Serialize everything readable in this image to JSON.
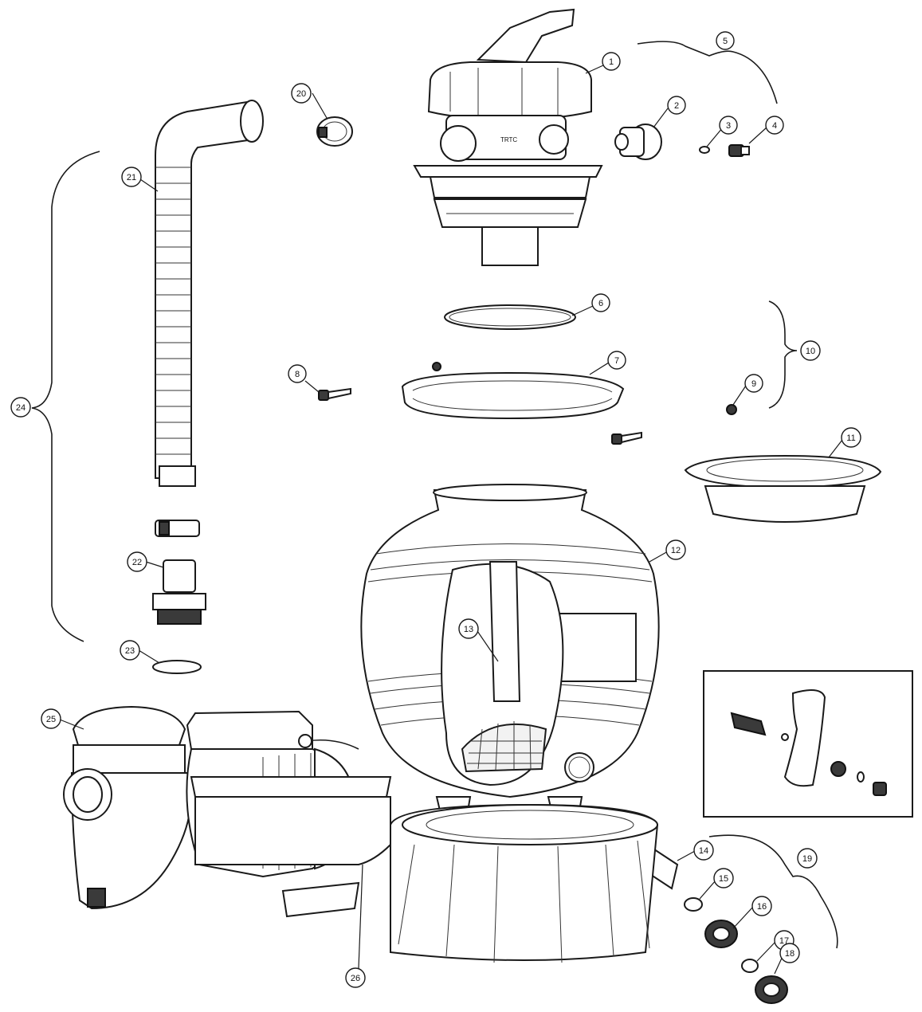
{
  "callouts": [
    {
      "id": "1",
      "label": "1"
    },
    {
      "id": "2",
      "label": "2"
    },
    {
      "id": "3",
      "label": "3"
    },
    {
      "id": "4",
      "label": "4"
    },
    {
      "id": "5",
      "label": "5"
    },
    {
      "id": "6",
      "label": "6"
    },
    {
      "id": "7",
      "label": "7"
    },
    {
      "id": "8",
      "label": "8"
    },
    {
      "id": "9",
      "label": "9"
    },
    {
      "id": "10",
      "label": "10"
    },
    {
      "id": "11",
      "label": "11"
    },
    {
      "id": "12",
      "label": "12"
    },
    {
      "id": "13",
      "label": "13"
    },
    {
      "id": "14",
      "label": "14"
    },
    {
      "id": "15",
      "label": "15"
    },
    {
      "id": "16",
      "label": "16"
    },
    {
      "id": "17",
      "label": "17"
    },
    {
      "id": "18",
      "label": "18"
    },
    {
      "id": "19",
      "label": "19"
    },
    {
      "id": "20",
      "label": "20"
    },
    {
      "id": "21",
      "label": "21"
    },
    {
      "id": "22",
      "label": "22"
    },
    {
      "id": "23",
      "label": "23"
    },
    {
      "id": "24",
      "label": "24"
    },
    {
      "id": "25",
      "label": "25"
    },
    {
      "id": "26",
      "label": "26"
    }
  ],
  "brand_marking": "TRTC"
}
